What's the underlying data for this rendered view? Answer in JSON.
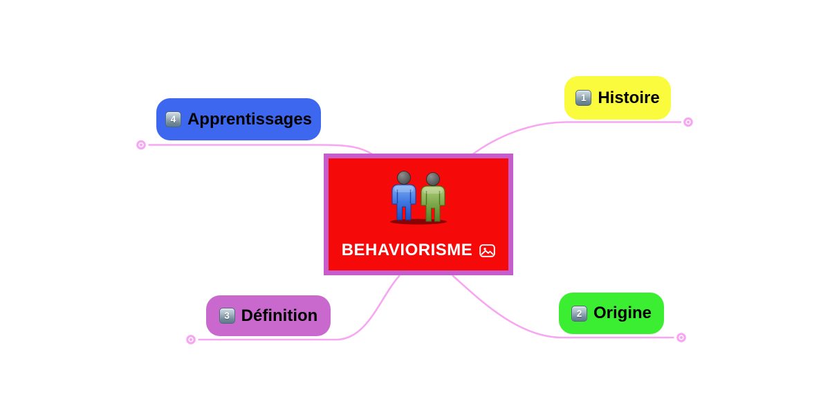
{
  "central_node": {
    "title": "BEHAVIORISME",
    "title_color": "#ffffff",
    "bg_color": "#f60909",
    "border_color": "#c75ccd",
    "image": "two-person-figures (blue and green people clipart)",
    "attachment_icon": "picture-icon"
  },
  "branches": [
    {
      "badge": "1",
      "label": "Histoire",
      "bg_color": "#fbfb3d",
      "text_color": "#000000",
      "position": "top-right"
    },
    {
      "badge": "2",
      "label": "Origine",
      "bg_color": "#3bee31",
      "text_color": "#000000",
      "position": "bottom-right"
    },
    {
      "badge": "3",
      "label": "Définition",
      "bg_color": "#c969cd",
      "text_color": "#000000",
      "position": "bottom-left"
    },
    {
      "badge": "4",
      "label": "Apprentissages",
      "bg_color": "#3c67ee",
      "text_color": "#000000",
      "position": "top-left"
    }
  ],
  "connectors": {
    "color": "#f7a6f2",
    "endpoint_style": "ring-with-center-dot"
  },
  "canvas": {
    "bg_color": "#ffffff"
  }
}
